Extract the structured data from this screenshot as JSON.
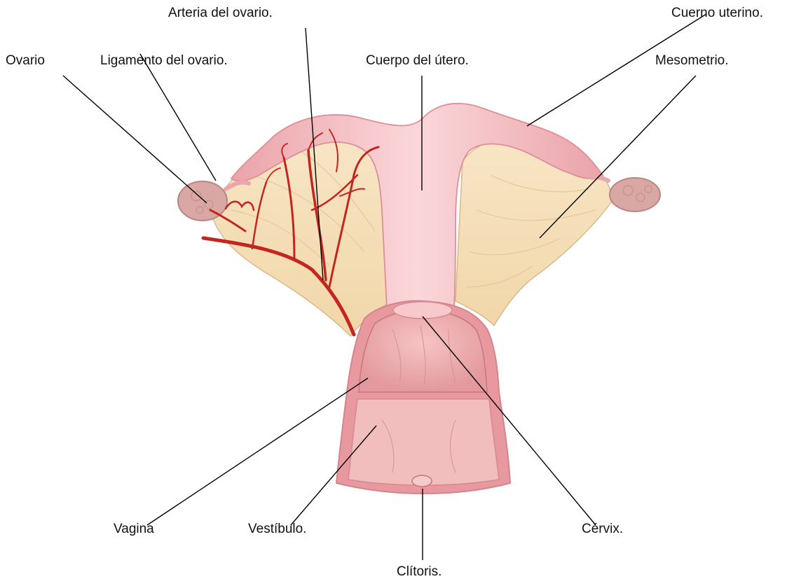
{
  "diagram": {
    "labels": {
      "arteria_ovario": "Arteria del ovario.",
      "cuerno_uterino": "Cuerno uterino.",
      "ovario": "Ovario",
      "ligamento_ovario": "Ligamento del ovario.",
      "cuerpo_utero": "Cuerpo del útero.",
      "mesometrio": "Mesometrio.",
      "vagina": "Vagina",
      "vestibulo": "Vestíbulo.",
      "cervix": "Cérvix.",
      "clitoris": "Clítoris."
    },
    "colors": {
      "uterus": "#f6c9cc",
      "uterus_dark": "#e9a3a8",
      "mesometrium": "#f5dfb9",
      "artery": "#c3261f",
      "ovary": "#d9a8a4",
      "leader_line": "#000000"
    }
  }
}
